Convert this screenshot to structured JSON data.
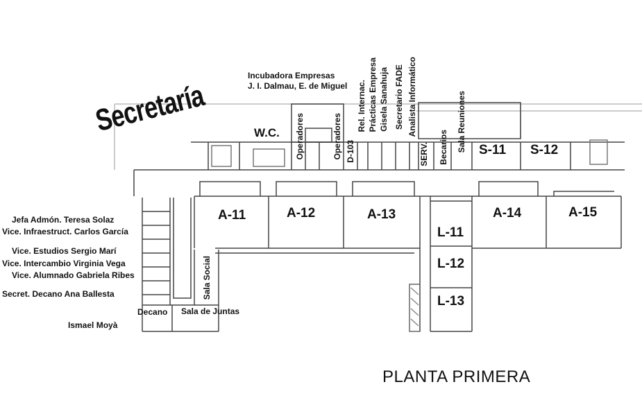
{
  "title": "PLANTA PRIMERA",
  "heading": "Secretaría",
  "top_labels": {
    "incubadora_1": "Incubadora Empresas",
    "incubadora_2": "J. I. Dalmau, E. de Miguel",
    "wc": "W.C."
  },
  "vertical_labels": [
    "Operadores",
    "Operadores",
    "D-103",
    "Rel. Internac.",
    "Prácticas Empresa",
    "Gisela Sanahuja",
    "Secretario FADE",
    "Analista Informático",
    "SERV.",
    "Becarios",
    "Sala Reuniones",
    "Sala Social"
  ],
  "rooms": {
    "s11": "S-11",
    "s12": "S-12",
    "a11": "A-11",
    "a12": "A-12",
    "a13": "A-13",
    "a14": "A-14",
    "a15": "A-15",
    "l11": "L-11",
    "l12": "L-12",
    "l13": "L-13"
  },
  "left_offices": [
    "Jefa Admón.  Teresa Solaz",
    "Vice. Infraestruct. Carlos García",
    "Vice. Estudios Sergio Marí",
    "Vice. Intercambio Virginia Vega",
    "Vice. Alumnado Gabriela Ribes",
    "Secret. Decano Ana Ballesta"
  ],
  "bottom_labels": {
    "decano": "Decano",
    "sala_juntas": "Sala de Juntas",
    "ismael": "Ismael Moyà"
  }
}
